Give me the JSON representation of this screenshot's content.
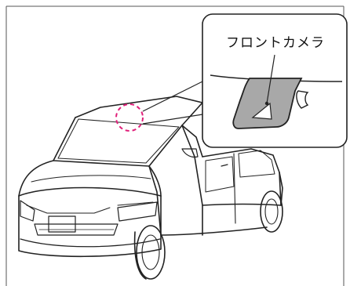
{
  "callout": {
    "label": "フロントカメラ"
  },
  "colors": {
    "line": "#222222",
    "marker": "#e0207a",
    "camera_fill": "#a8a8a8",
    "frame": "#555555"
  },
  "icons": [
    "vehicle-illustration",
    "camera-marker-circle",
    "camera-callout-box",
    "front-camera-housing"
  ]
}
